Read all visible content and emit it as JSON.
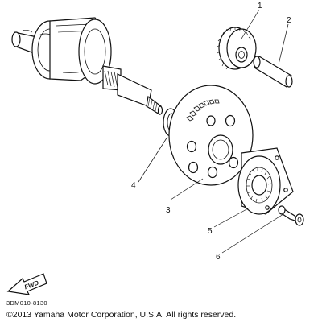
{
  "callouts": [
    {
      "id": "1",
      "label": "1"
    },
    {
      "id": "2",
      "label": "2"
    },
    {
      "id": "3",
      "label": "3"
    },
    {
      "id": "4",
      "label": "4"
    },
    {
      "id": "5",
      "label": "5"
    },
    {
      "id": "6",
      "label": "6"
    }
  ],
  "direction_badge": "FWD",
  "diagram_code": "3DM010-8130",
  "copyright": "©2013 Yamaha Motor Corporation, U.S.A. All rights reserved."
}
